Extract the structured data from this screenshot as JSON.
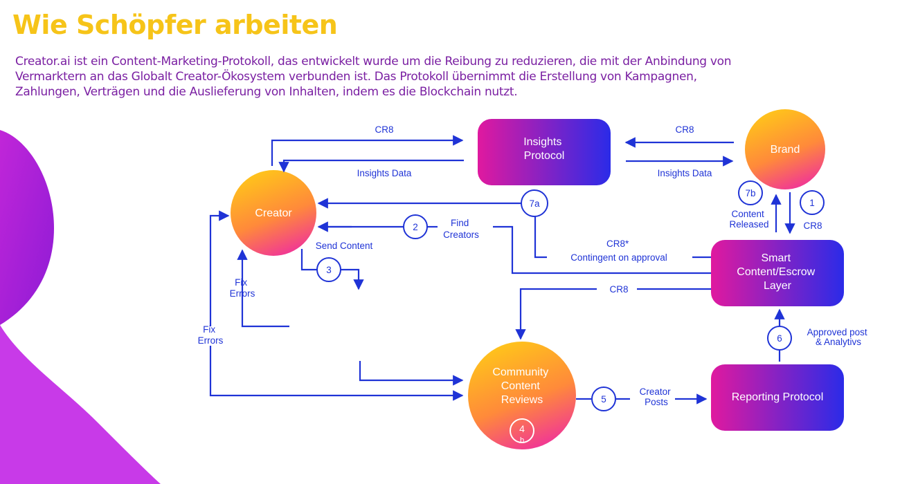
{
  "title": "Wie Schöpfer arbeiten",
  "description": "Creator.ai ist ein Content-Marketing-Protokoll, das entwickelt wurde um die Reibung zu reduzieren, die mit der Anbindung von Vermarktern an das Globalt Creator-Ökosystem verbunden ist. Das Protokoll übernimmt die Erstellung von Kampagnen, Zahlungen, Verträgen und die Auslieferung von Inhalten, indem es die Blockchain nutzt.",
  "colors": {
    "title": "#f6c419",
    "description": "#7a1fa2",
    "line": "#1f33d6",
    "gradient_pink": "#e0199f",
    "gradient_blue": "#2b2be8",
    "gradient_yellow": "#ffc61a",
    "gradient_magenta": "#f0329a",
    "blob_purple": "#b62ce0"
  },
  "nodes": {
    "insights": [
      "Insights",
      "Protocol"
    ],
    "brand": [
      "Brand"
    ],
    "creator": [
      "Creator"
    ],
    "smart": [
      "Smart",
      "Content/Escrow",
      "Layer"
    ],
    "community": [
      "Community",
      "Content",
      "Reviews"
    ],
    "reporting": [
      "Reporting Protocol"
    ]
  },
  "labels": {
    "cr8_top_left": "CR8",
    "insights_data_left": "Insights Data",
    "cr8_top_right": "CR8",
    "insights_data_right": "Insights Data",
    "content_released": [
      "Content",
      "Released"
    ],
    "cr8_brand": "CR8",
    "find_creators": [
      "Find",
      "Creators"
    ],
    "cr8_contingent": [
      "CR8*",
      "Contingent on approval"
    ],
    "send_content": "Send Content",
    "fix_errors_inner": [
      "Fix",
      "Errors"
    ],
    "fix_errors_outer": [
      "Fix",
      "Errors"
    ],
    "cr8_mid": "CR8",
    "creator_posts": [
      "Creator",
      "Posts"
    ],
    "approved_post": [
      "Approved post",
      "& Analytivs"
    ]
  },
  "steps": {
    "s1": "1",
    "s2": "2",
    "s3": "3",
    "s4": "4",
    "s4b": "b",
    "s5": "5",
    "s6": "6",
    "s7a": "7a",
    "s7b": "7b"
  }
}
